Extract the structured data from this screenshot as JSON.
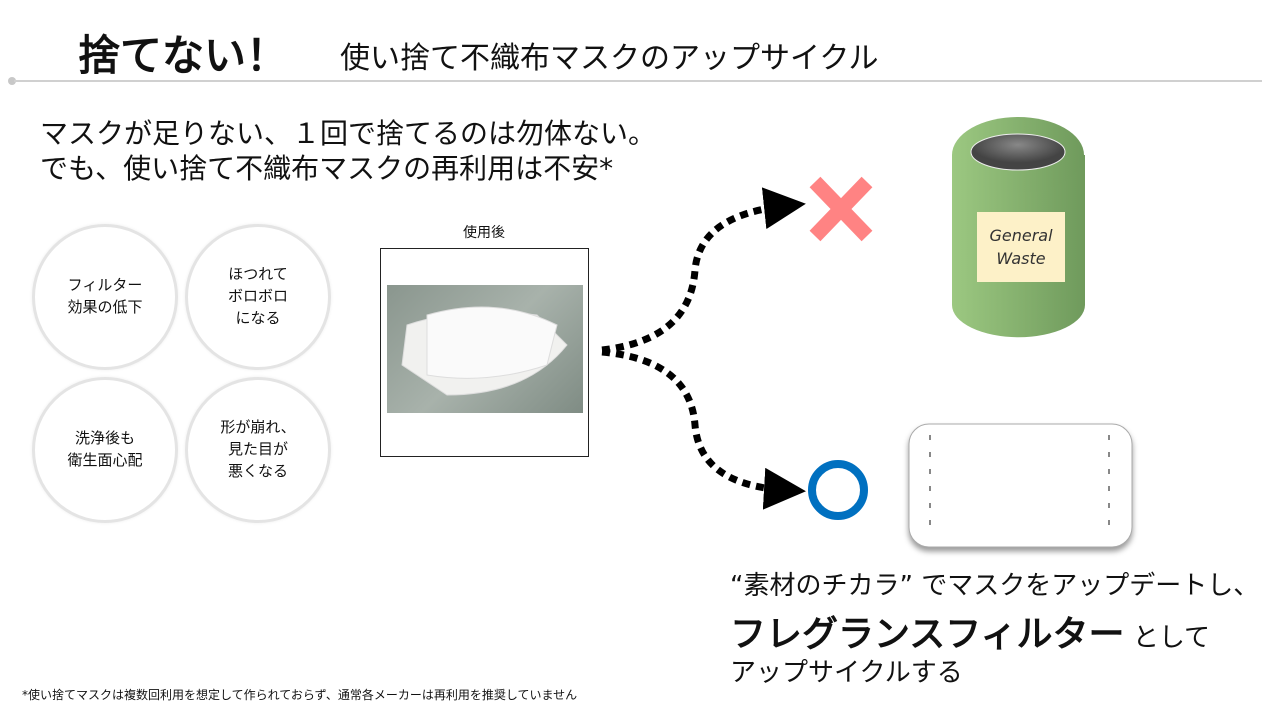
{
  "header": {
    "title": "捨てない！",
    "subtitle": "使い捨て不織布マスクのアップサイクル"
  },
  "lead": {
    "line1": "マスクが足りない、１回で捨てるのは勿体ない。",
    "line2": "でも、使い捨て不織布マスクの再利用は不安*"
  },
  "concerns": [
    {
      "text": "フィルター\n効果の低下"
    },
    {
      "text": "ほつれて\nボロボロ\nになる"
    },
    {
      "text": "洗浄後も\n衛生面心配"
    },
    {
      "text": "形が崩れ、\n見た目が\n悪くなる"
    }
  ],
  "photo": {
    "label": "使用後"
  },
  "bin": {
    "label_line1": "General",
    "label_line2": "Waste"
  },
  "colors": {
    "cross": "#ff5a5a",
    "circle": "#0070c0",
    "bin": "#86b46e"
  },
  "conclusion": {
    "line1": "“素材のチカラ” でマスクをアップデートし、",
    "line2_bold": "フレグランスフィルター",
    "line2_rest": "として",
    "line3": "アップサイクルする"
  },
  "footnote": "*使い捨てマスクは複数回利用を想定して作られておらず、通常各メーカーは再利用を推奨していません"
}
